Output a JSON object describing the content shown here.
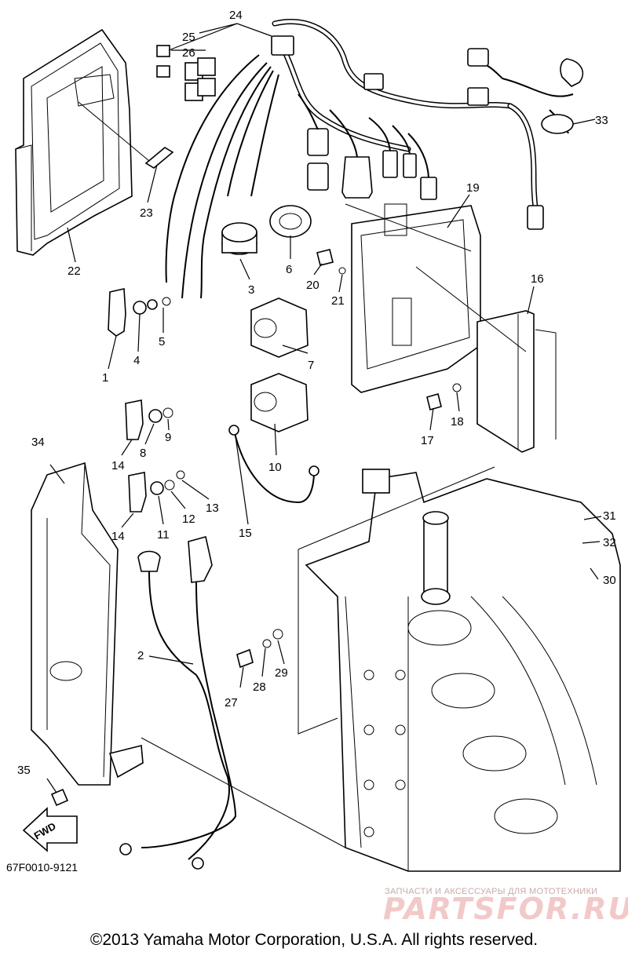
{
  "diagram": {
    "callouts": [
      "1",
      "2",
      "3",
      "4",
      "5",
      "6",
      "7",
      "8",
      "9",
      "10",
      "11",
      "12",
      "13",
      "14",
      "14",
      "15",
      "16",
      "17",
      "18",
      "19",
      "20",
      "21",
      "22",
      "23",
      "24",
      "25",
      "26",
      "27",
      "28",
      "29",
      "30",
      "31",
      "32",
      "33",
      "34",
      "35"
    ],
    "fwd_label": "FWD",
    "drawing_code": "67F0010-9121",
    "watermark_small": "ЗАПЧАСТИ И АКСЕССУАРЫ ДЛЯ МОТОТЕХНИКИ",
    "watermark_logo": "PARTSFOR.RU",
    "copyright": "©2013 Yamaha Motor Corporation, U.S.A. All rights reserved."
  }
}
